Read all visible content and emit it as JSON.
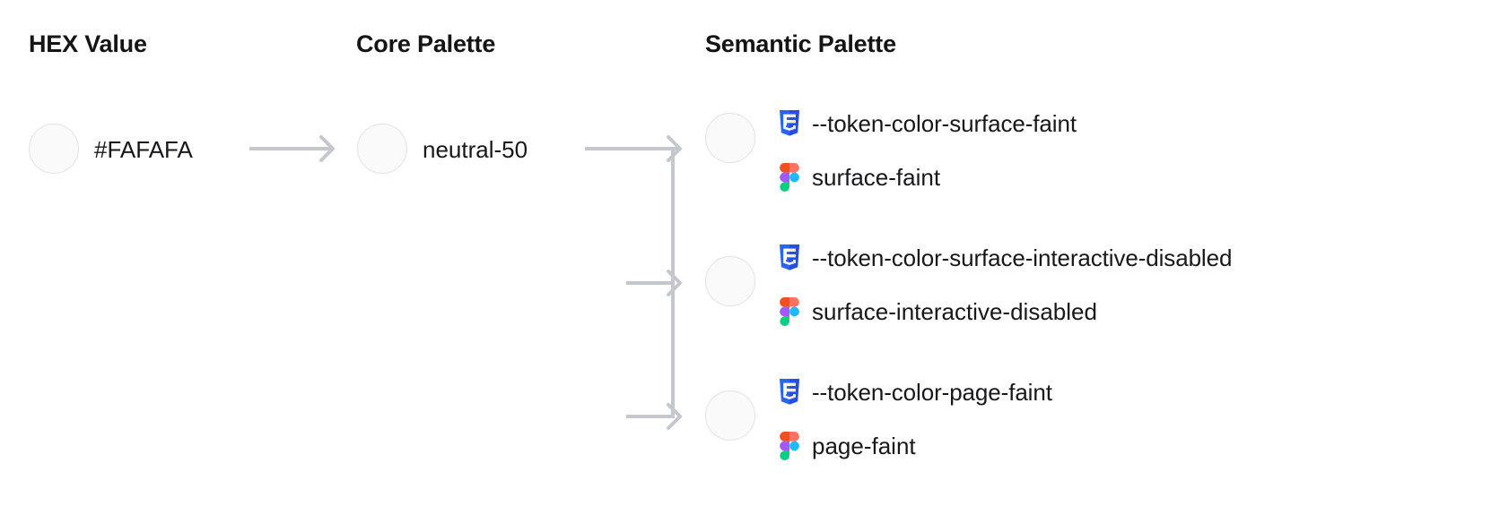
{
  "columns": {
    "hex": "HEX Value",
    "core": "Core Palette",
    "semantic": "Semantic Palette"
  },
  "colors": {
    "swatch_fill": "#FAFAFA",
    "swatch_border": "#E3E3E8",
    "connector": "#C4C7CE",
    "text": "#18181B",
    "css_icon_blue": "#2965F1",
    "css_icon_blue_dark": "#264DE4",
    "figma_red": "#F24E1E",
    "figma_salmon": "#FF7262",
    "figma_purple": "#A259FF",
    "figma_blue": "#1ABCFE",
    "figma_green": "#0ACF83"
  },
  "hex": {
    "value": "#FAFAFA",
    "swatch_color": "#FAFAFA"
  },
  "core": {
    "value": "neutral-50",
    "swatch_color": "#FAFAFA"
  },
  "semantic": {
    "items": [
      {
        "swatch_color": "#FAFAFA",
        "css_icon": "css3-icon",
        "css_token": "--token-color-surface-faint",
        "figma_icon": "figma-icon",
        "figma_token": "surface-faint"
      },
      {
        "swatch_color": "#FAFAFA",
        "css_icon": "css3-icon",
        "css_token": "--token-color-surface-interactive-disabled",
        "figma_icon": "figma-icon",
        "figma_token": "surface-interactive-disabled"
      },
      {
        "swatch_color": "#FAFAFA",
        "css_icon": "css3-icon",
        "css_token": "--token-color-page-faint",
        "figma_icon": "figma-icon",
        "figma_token": "page-faint"
      }
    ]
  },
  "connectors": {
    "hex_to_core": "arrow-right",
    "core_to_semantic": "branching-arrow-right"
  }
}
